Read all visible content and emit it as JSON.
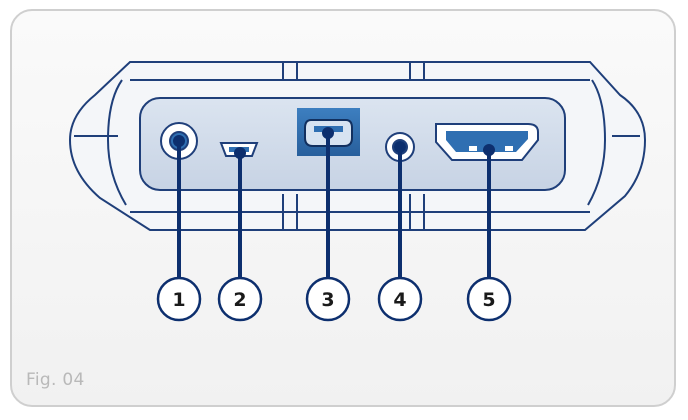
{
  "figure": {
    "caption": "Fig. 04",
    "callouts": [
      "1",
      "2",
      "3",
      "4",
      "5"
    ],
    "ports": [
      "audio-port",
      "mini-usb-port",
      "firewire-port",
      "dc-power-port",
      "hdmi-port"
    ],
    "colors": {
      "callout_line": "#0d2f6e",
      "port_highlight": "#2f6fb2",
      "panel_fill": "#cdd8e7",
      "outline": "#1f3f7a"
    }
  }
}
